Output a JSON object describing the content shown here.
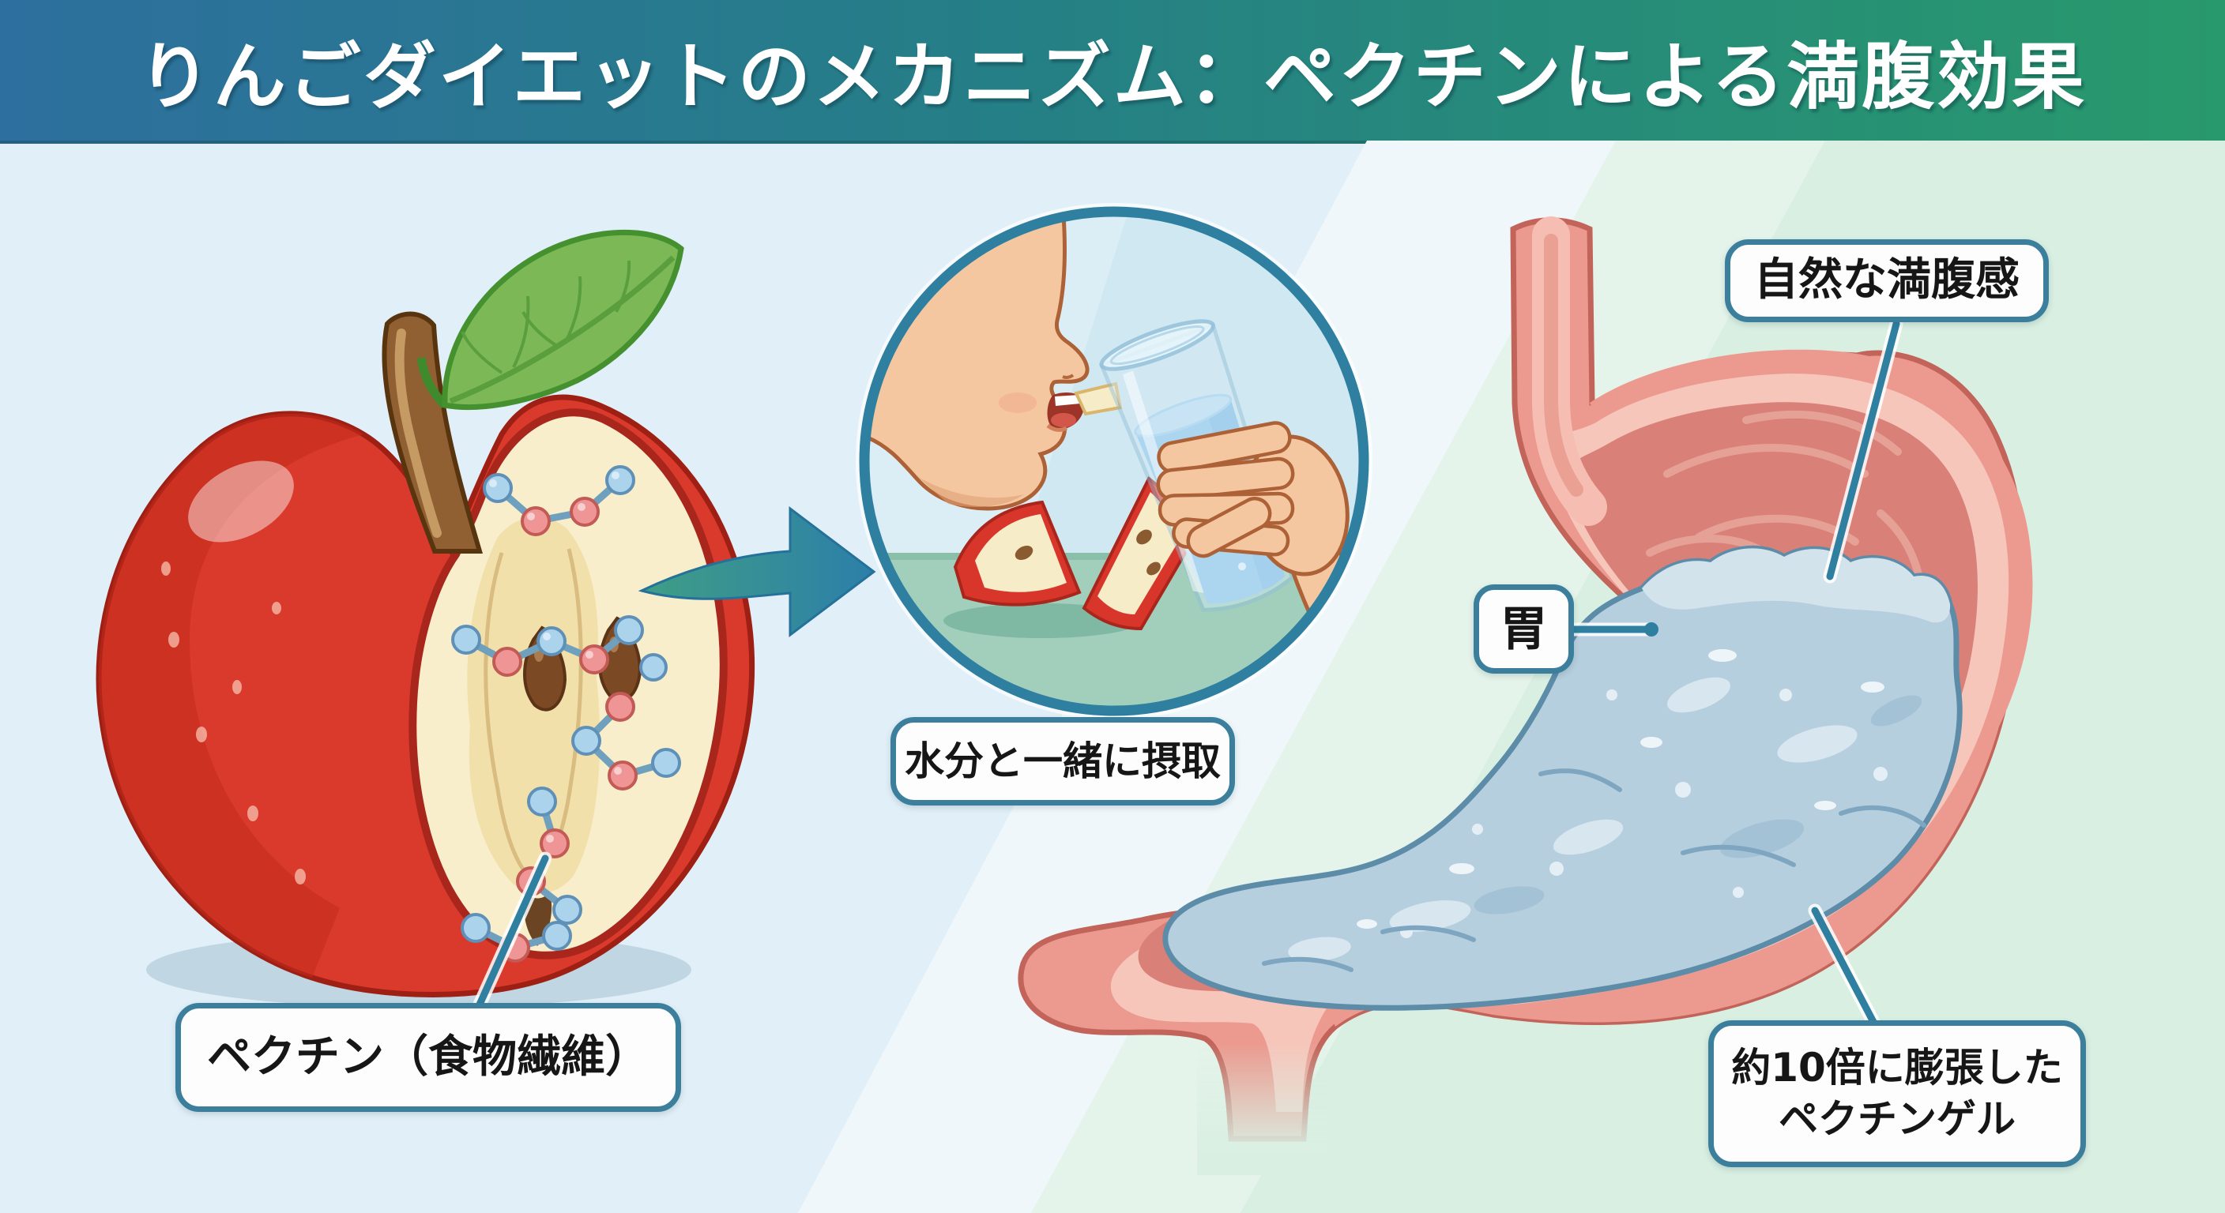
{
  "title": "りんごダイエットのメカニズム：ペクチンによる満腹効果",
  "labels": {
    "pectin": "ペクチン（食物繊維）",
    "water_intake": "水分と一緒に摂取",
    "stomach": "胃",
    "fullness": "自然な満腹感",
    "gel_line1": "約10倍に膨張した",
    "gel_line2": "ペクチンゲル"
  },
  "illustrations": {
    "apple": "red-apple-cross-section-with-pectin-molecule-chains",
    "arrow": "teal-right-arrow",
    "drinking": "person-eating-apple-piece-and-drinking-glass-of-water",
    "stomach": "stomach-cross-section-filled-with-expanded-pectin-gel"
  },
  "colors": {
    "header_gradient_left": "#2d6f9e",
    "header_gradient_right": "#28996c",
    "background_left": "#e1eff8",
    "background_right": "#d9efe2",
    "label_border": "#3b7f9d",
    "leader_line": "#2f7fa0",
    "apple_red": "#d8352b",
    "apple_flesh": "#f8eecb",
    "leaf_green": "#7cb956",
    "molecule_blue": "#abd3ec",
    "molecule_pink": "#ef9595",
    "arrow_teal": "#3f9e85",
    "arrow_blue": "#2c7fa9",
    "stomach_pink": "#ec9a8f",
    "stomach_interior": "#d98078",
    "gel_blue": "#b6cfdf"
  }
}
